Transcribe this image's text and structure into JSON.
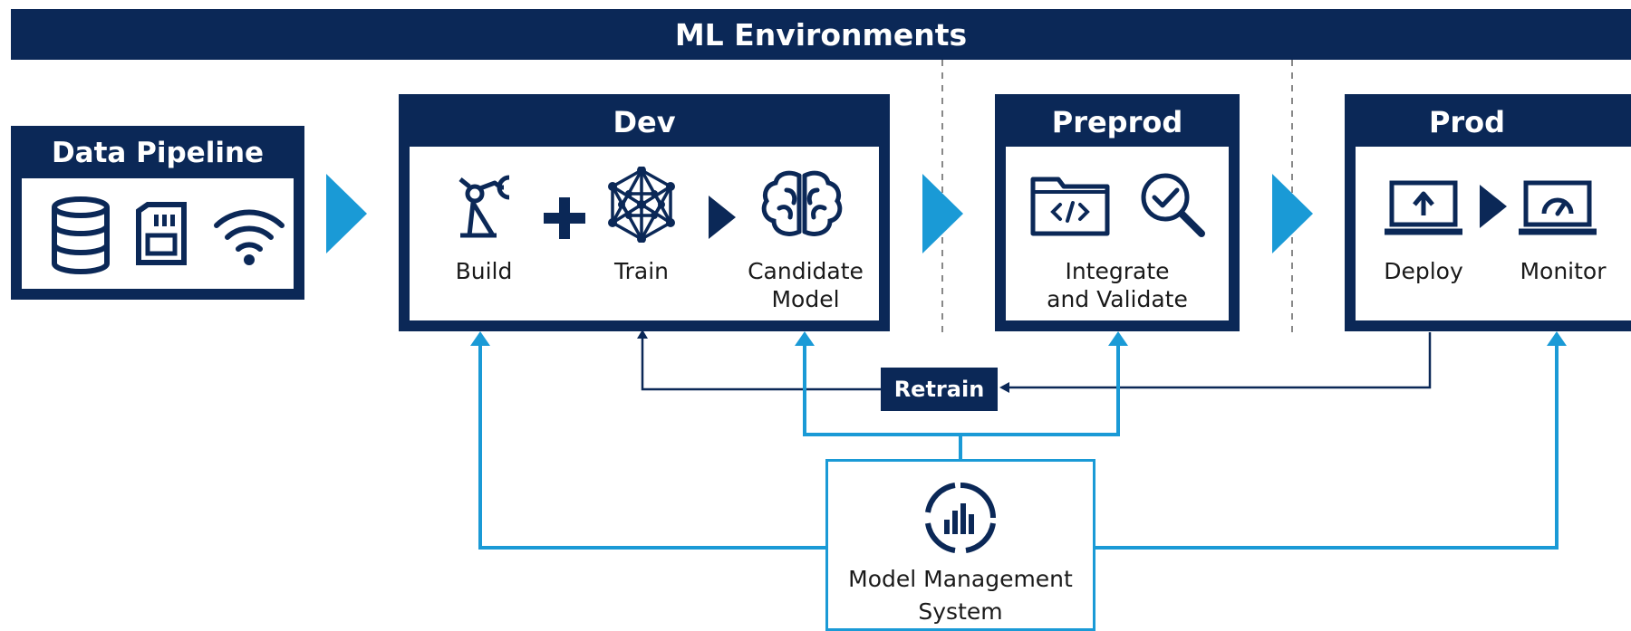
{
  "banner": {
    "title": "ML Environments"
  },
  "data_pipeline": {
    "title": "Data Pipeline"
  },
  "dev": {
    "title": "Dev",
    "build_label": "Build",
    "train_label": "Train",
    "candidate_label_line1": "Candidate",
    "candidate_label_line2": "Model"
  },
  "preprod": {
    "title": "Preprod",
    "label_line1": "Integrate",
    "label_line2": "and Validate"
  },
  "prod": {
    "title": "Prod",
    "deploy_label": "Deploy",
    "monitor_label": "Monitor"
  },
  "retrain": {
    "label": "Retrain"
  },
  "model_management": {
    "label_line1": "Model Management",
    "label_line2": "System"
  },
  "colors": {
    "navy": "#0b2857",
    "accent_blue": "#1a9ad6",
    "white": "#ffffff"
  },
  "icons": {
    "database": "database-icon",
    "sd_card": "sd-card-icon",
    "wifi": "wifi-icon",
    "robot_arm": "robot-arm-icon",
    "plus": "plus-icon",
    "network": "neural-network-icon",
    "brain": "brain-icon",
    "code_folder": "code-folder-icon",
    "magnifier_check": "magnifier-check-icon",
    "laptop_upload": "laptop-upload-icon",
    "laptop_gauge": "laptop-gauge-icon",
    "analytics": "analytics-icon"
  }
}
